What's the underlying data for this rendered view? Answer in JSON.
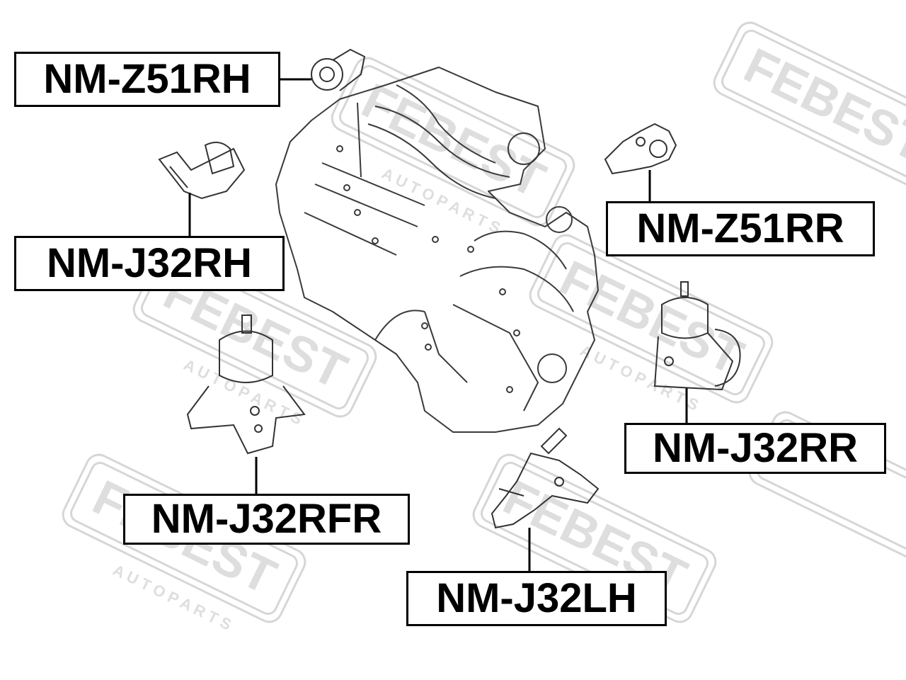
{
  "watermark": {
    "brand": "FEBEST",
    "tagline": "A U T O   P A R T S",
    "color": "#dcdcdc"
  },
  "parts": [
    {
      "id": "nm-z51rh",
      "label": "NM-Z51RH"
    },
    {
      "id": "nm-j32rh",
      "label": "NM-J32RH"
    },
    {
      "id": "nm-z51rr",
      "label": "NM-Z51RR"
    },
    {
      "id": "nm-j32rr",
      "label": "NM-J32RR"
    },
    {
      "id": "nm-j32rfr",
      "label": "NM-J32RFR"
    },
    {
      "id": "nm-j32lh",
      "label": "NM-J32LH"
    }
  ],
  "line_color": "#000000",
  "drawing_color": "#333333"
}
